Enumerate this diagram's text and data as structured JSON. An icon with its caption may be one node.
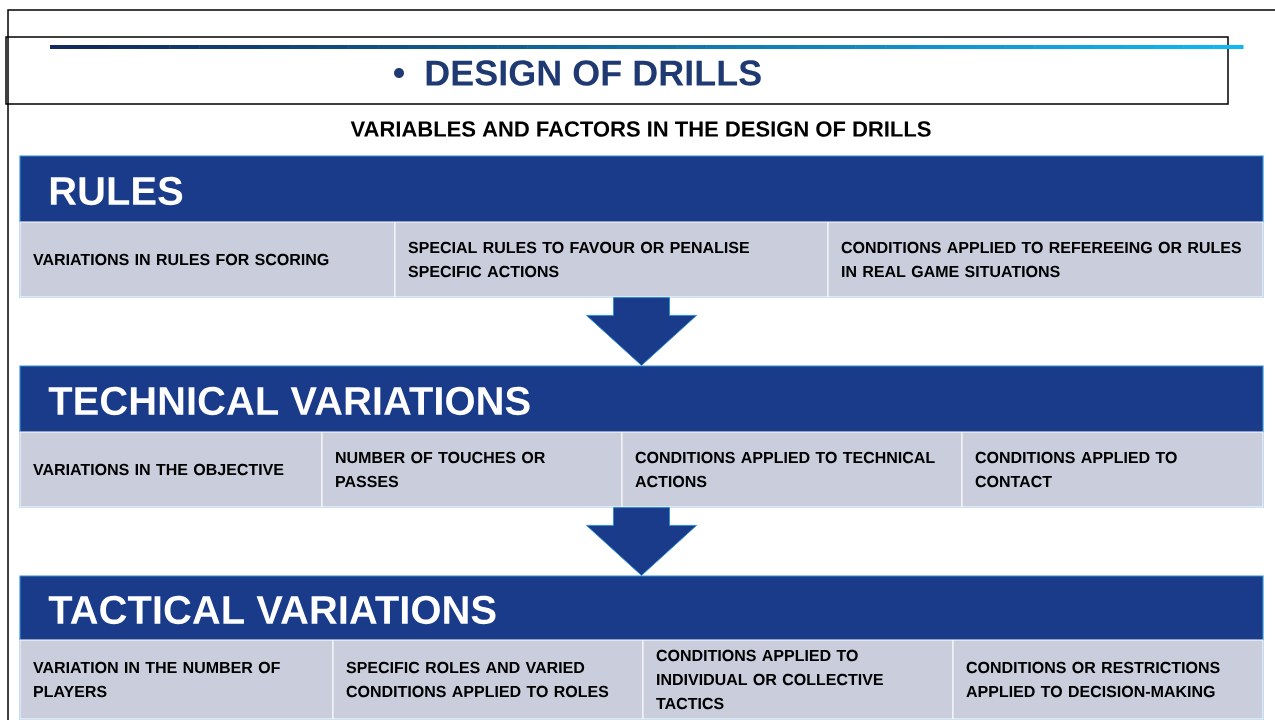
{
  "diagram": {
    "title": "DESIGN OF DRILLS",
    "nodes": [
      {
        "text": [
          "RULES"
        ]
      },
      {
        "text": [
          "VARIATIONS IN RULES FOR SCORING"
        ],
        "in": 0
      },
      {
        "text": [
          "SPECIAL RULES TO FAVOUR OR PENALISE SPECIFIC ACTIONS"
        ],
        "in": 0
      },
      {
        "text": [
          "CONDITIONS APPLIED TO REFEREEING OR RULES IN REAL GAME SITUATIONS"
        ],
        "in": 0
      },
      {
        "text": [
          "TECHNICAL VARIATIONS"
        ]
      },
      {
        "text": [
          "VARIATIONS IN THE OBJECTIVE"
        ],
        "in": 4
      },
      {
        "text": [
          "NUMBER OF TOUCHES OR PASSES"
        ],
        "in": 4
      },
      {
        "text": [
          "CONDITIONS APPLIED TO TECHNICAL ACTIONS"
        ],
        "in": 4
      },
      {
        "text": [
          "CONDITIONS APPLIED TO CONTACT"
        ],
        "in": 4
      },
      {
        "text": [
          "TACTICAL VARIATIONS"
        ]
      },
      {
        "text": [
          "VARIATION IN THE NUMBER OF PLAYERS"
        ],
        "in": 9
      },
      {
        "text": [
          "SPECIFIC ROLES AND VARIED CONDITIONS APPLIED TO ROLES"
        ],
        "in": 9
      },
      {
        "text": [
          "CONDITIONS APPLIED TO INDIVIDUAL OR COLLECTIVE TACTICS"
        ],
        "in": 9
      },
      {
        "text": [
          "CONDITIONS OR RESTRICTIONS APPLIED TO DECISION-MAKING"
        ],
        "in": 9
      }
    ],
    "edges": [
      {
        "from": 0,
        "to": 4,
        "arrow": "to"
      },
      {
        "from": 4,
        "to": 9,
        "arrow": "to"
      }
    ],
    "labels": [
      "VARIABLES AND FACTORS IN THE DESIGN OF DRILLS"
    ]
  }
}
